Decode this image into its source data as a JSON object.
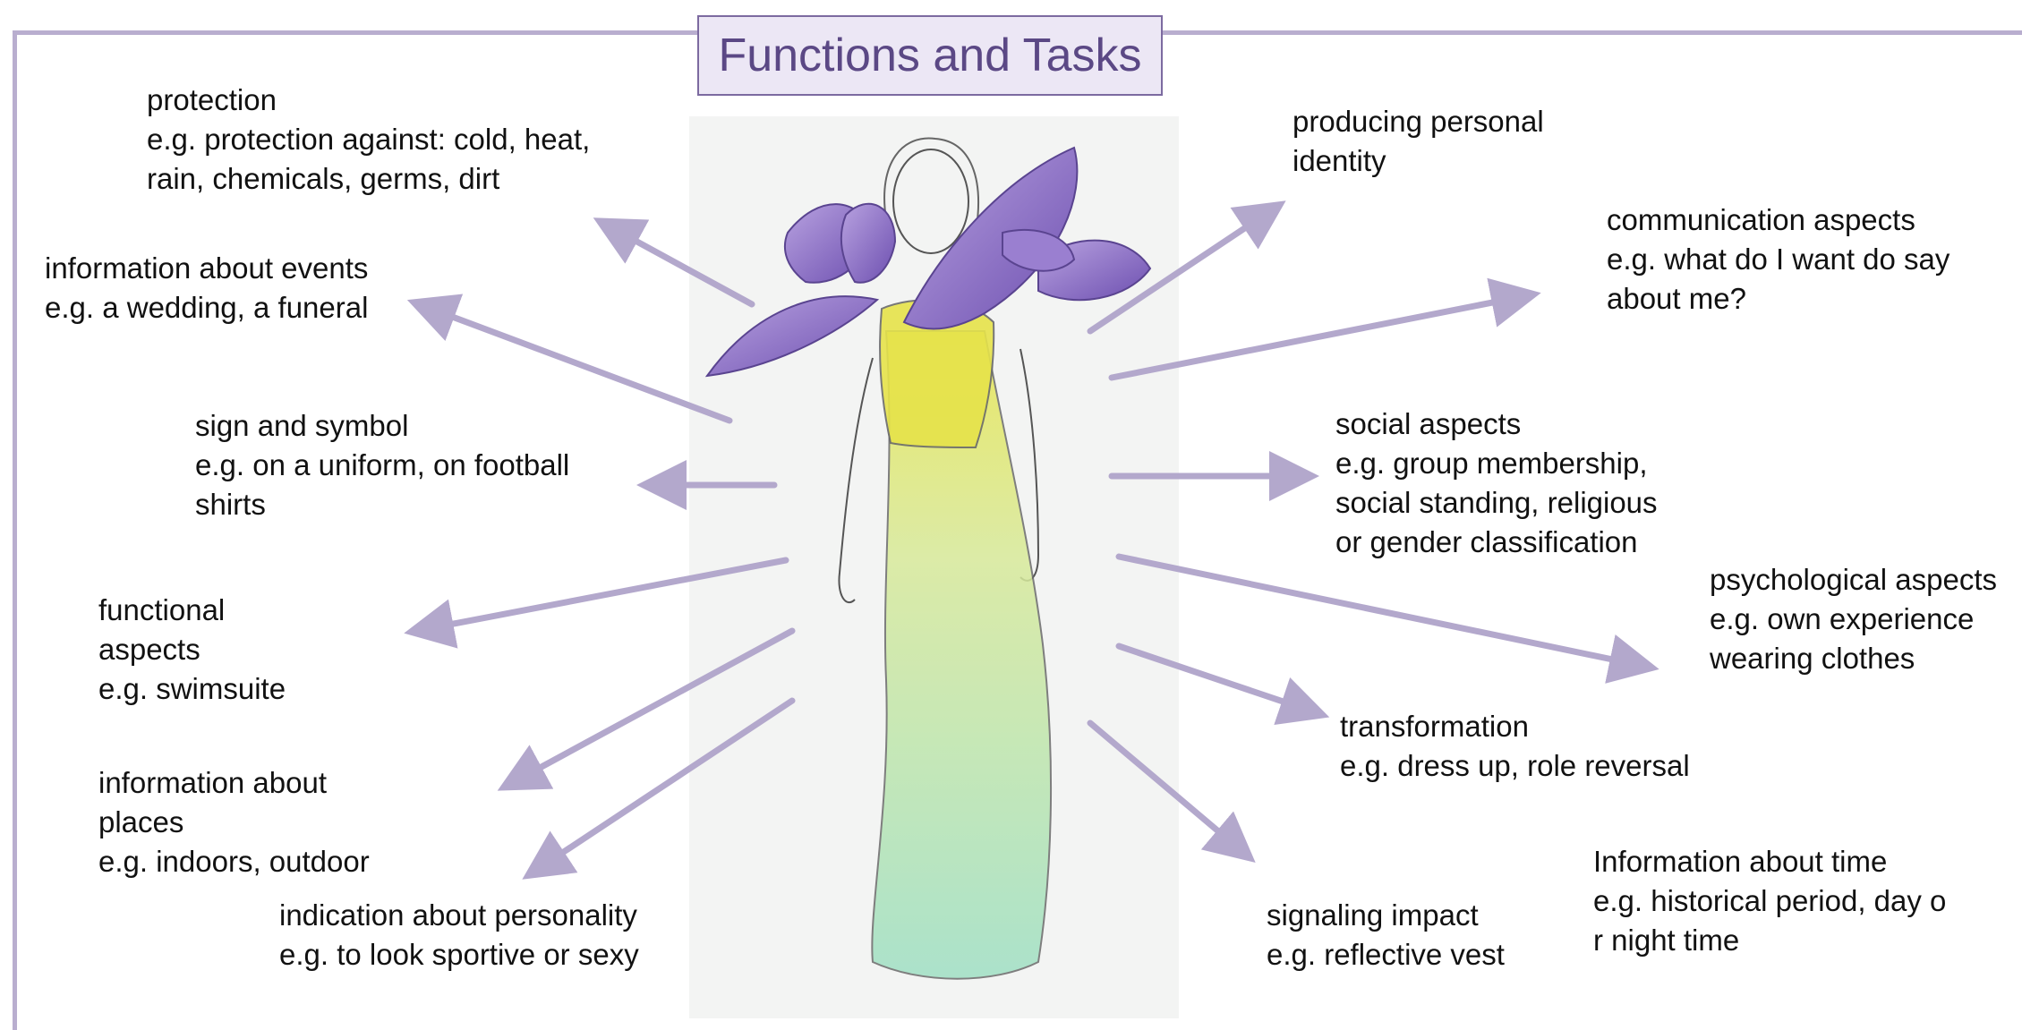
{
  "title": "Functions and Tasks",
  "colors": {
    "frame": "#b9aecf",
    "arrow": "#b3a8cc",
    "title_border": "#7c6aa0",
    "title_bg": "#ece7f5",
    "title_text": "#5b4885",
    "petal": "#8a6cc0",
    "bodice": "#e6e34a",
    "skirt": "#a9e3c5"
  },
  "labels": {
    "protection": {
      "head": "protection",
      "lines": [
        "e.g. protection against: cold, heat,",
        "rain, chemicals, germs, dirt"
      ]
    },
    "events": {
      "head": "information about events",
      "lines": [
        "e.g. a wedding, a funeral"
      ]
    },
    "sign": {
      "head": "sign and symbol",
      "lines": [
        "e.g. on a uniform, on  football",
        "shirts"
      ]
    },
    "functional": {
      "head": "functional",
      "lines": [
        "aspects",
        "e.g. swimsuite"
      ]
    },
    "places": {
      "head": "information about",
      "lines": [
        "places",
        "e.g. indoors, outdoor"
      ]
    },
    "personality": {
      "head": "indication about personality",
      "lines": [
        "e.g. to look sportive or sexy"
      ]
    },
    "identity": {
      "head": "producing  personal",
      "lines": [
        "identity"
      ]
    },
    "communication": {
      "head": "communication aspects",
      "lines": [
        "e.g. what do I want do say",
        "about me?"
      ]
    },
    "social": {
      "head": "social aspects",
      "lines": [
        "e.g. group membership,",
        "social standing, religious",
        "or gender classification"
      ]
    },
    "psychological": {
      "head": "psychological  aspects",
      "lines": [
        "e.g. own experience",
        "wearing clothes"
      ]
    },
    "transformation": {
      "head": "transformation",
      "lines": [
        "e.g. dress up, role reversal"
      ]
    },
    "signaling": {
      "head": "signaling impact",
      "lines": [
        "e.g. reflective vest"
      ]
    },
    "time": {
      "head": "Information about time",
      "lines": [
        "e.g. historical period, day o",
        "r night time"
      ]
    }
  }
}
